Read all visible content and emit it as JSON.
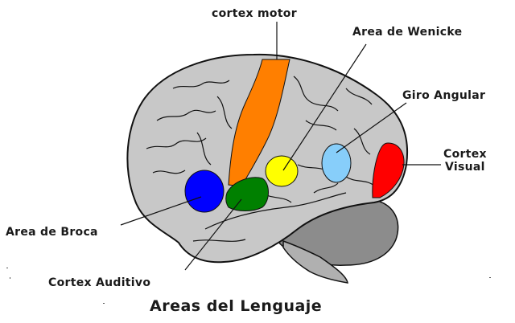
{
  "diagram": {
    "title": "Areas del Lenguaje",
    "labels": {
      "motor": "cortex motor",
      "wernicke": "Area de Wenicke",
      "angular": "Giro Angular",
      "visual_line1": "Cortex",
      "visual_line2": "Visual",
      "broca": "Area de Broca",
      "auditory": "Cortex Auditivo"
    }
  },
  "colors": {
    "brain": "#c8c8c8",
    "cerebellum": "#8c8c8c",
    "outline": "#111111",
    "motor_cortex": "#ff7f00",
    "wernicke": "#ffff00",
    "angular_gyrus": "#87cefa",
    "visual_cortex": "#ff0000",
    "broca": "#0000ff",
    "auditory_cortex": "#008000"
  }
}
